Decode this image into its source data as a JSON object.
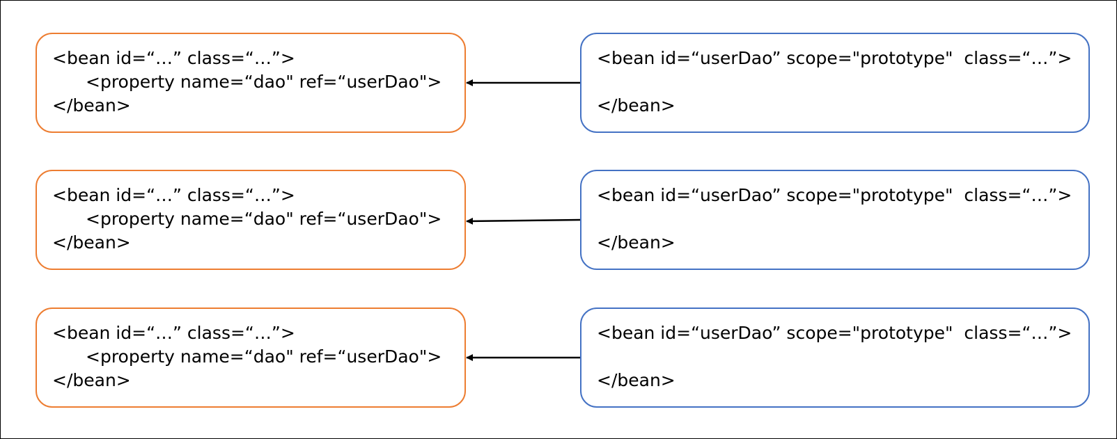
{
  "rows": [
    {
      "consumer": {
        "open_tag": "<bean id=“…” class=“…”>",
        "property_tag": "<property name=“dao\" ref=“userDao\">",
        "close_tag": "</bean>"
      },
      "provider": {
        "open_tag": "<bean id=“userDao” scope=\"prototype\"  class=“…”>",
        "close_tag": "</bean>"
      }
    },
    {
      "consumer": {
        "open_tag": "<bean id=“…” class=“…”>",
        "property_tag": "<property name=“dao\" ref=“userDao\">",
        "close_tag": "</bean>"
      },
      "provider": {
        "open_tag": "<bean id=“userDao” scope=\"prototype\"  class=“…”>",
        "close_tag": "</bean>"
      }
    },
    {
      "consumer": {
        "open_tag": "<bean id=“…” class=“…”>",
        "property_tag": "<property name=“dao\" ref=“userDao\">",
        "close_tag": "</bean>"
      },
      "provider": {
        "open_tag": "<bean id=“userDao” scope=\"prototype\"  class=“…”>",
        "close_tag": "</bean>"
      }
    }
  ],
  "colors": {
    "consumer_border": "#ed7d31",
    "provider_border": "#4472c4",
    "arrow": "#000000",
    "frame": "#000000"
  }
}
